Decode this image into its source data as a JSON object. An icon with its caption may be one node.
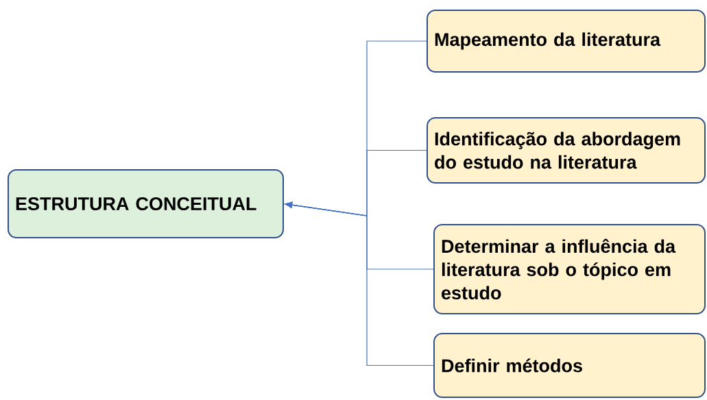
{
  "diagram": {
    "nodes": [
      {
        "text": [
          "ESTRUTURA CONCEITUAL"
        ]
      },
      {
        "text": [
          "Mapeamento da literatura"
        ]
      },
      {
        "text": [
          "Identificação da abordagem do estudo na literatura"
        ]
      },
      {
        "text": [
          "Determinar a influência da literatura sob o tópico em estudo"
        ]
      },
      {
        "text": [
          "Definir métodos"
        ]
      }
    ],
    "edges": [
      {
        "from": 1,
        "to": 0,
        "arrow": "to"
      },
      {
        "from": 2,
        "to": 0,
        "arrow": "to"
      },
      {
        "from": 3,
        "to": 0,
        "arrow": "to"
      },
      {
        "from": 4,
        "to": 0,
        "arrow": "to"
      }
    ]
  }
}
